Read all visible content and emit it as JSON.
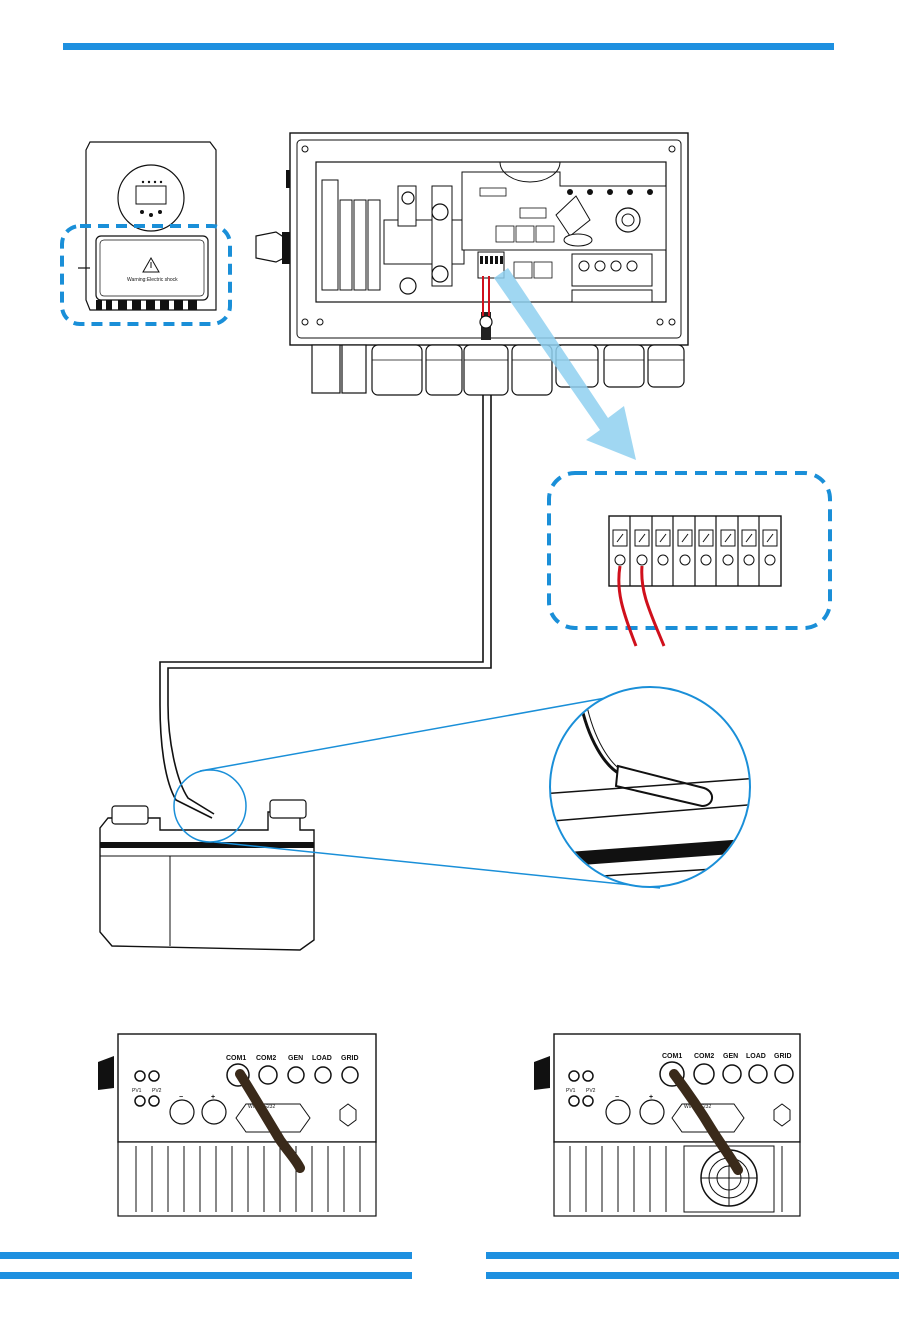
{
  "colors": {
    "accent_blue": "#1e90e0",
    "callout_blue": "#1a8fd8",
    "arrow_blue": "#8fd0f0",
    "wire_red": "#d0101c",
    "line": "#111111"
  },
  "inverter_front": {
    "warning_label": "Warning:Electric shock"
  },
  "bottom_left_panel": {
    "port_labels": [
      "COM1",
      "COM2",
      "GEN",
      "LOAD",
      "GRID"
    ],
    "pv_labels": [
      "PV1",
      "PV2"
    ],
    "wifi_label": "WIFI/RS232",
    "battery_minus": "−",
    "battery_plus": "+"
  },
  "bottom_right_panel": {
    "port_labels": [
      "COM1",
      "COM2",
      "GEN",
      "LOAD",
      "GRID"
    ],
    "pv_labels": [
      "PV1",
      "PV2"
    ],
    "wifi_label": "WIFI/RS232",
    "battery_minus": "−",
    "battery_plus": "+"
  },
  "icons": {
    "warning": "warning-triangle-icon",
    "fan": "fan-icon"
  }
}
